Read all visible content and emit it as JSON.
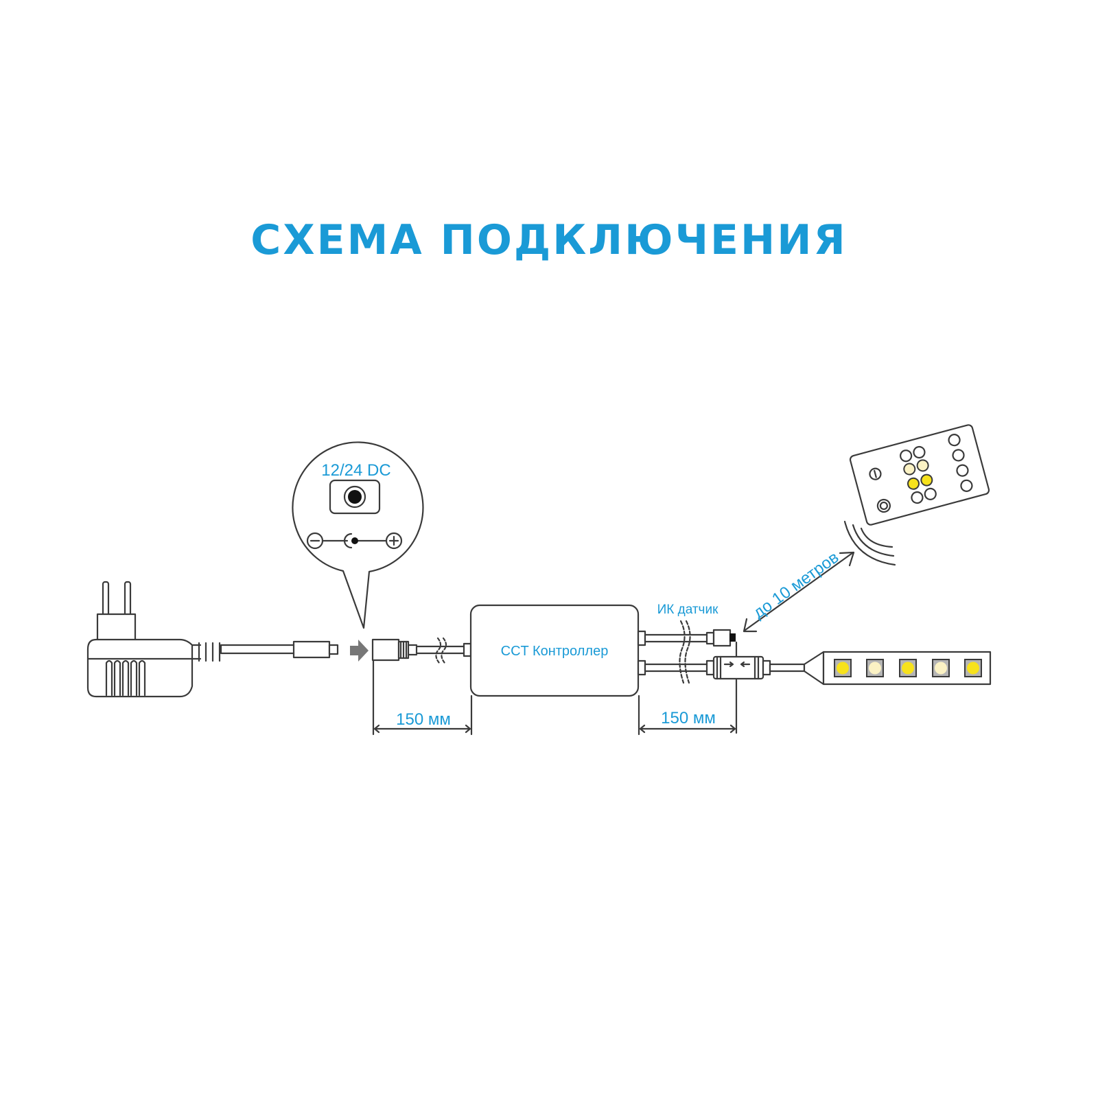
{
  "title": "СХЕМА ПОДКЛЮЧЕНИЯ",
  "callout": {
    "voltage_label": "12/24 DC"
  },
  "controller": {
    "label": "CCT Контроллер"
  },
  "ir_sensor": {
    "label": "ИК датчик"
  },
  "range": {
    "label": "до 10 метров"
  },
  "dimensions": {
    "left": "150 мм",
    "right": "150 мм"
  },
  "colors": {
    "accent": "#1a9ad6",
    "line": "#3a3a3a",
    "led_warm": "#f7e21c",
    "led_cool": "#fbf2c4"
  }
}
